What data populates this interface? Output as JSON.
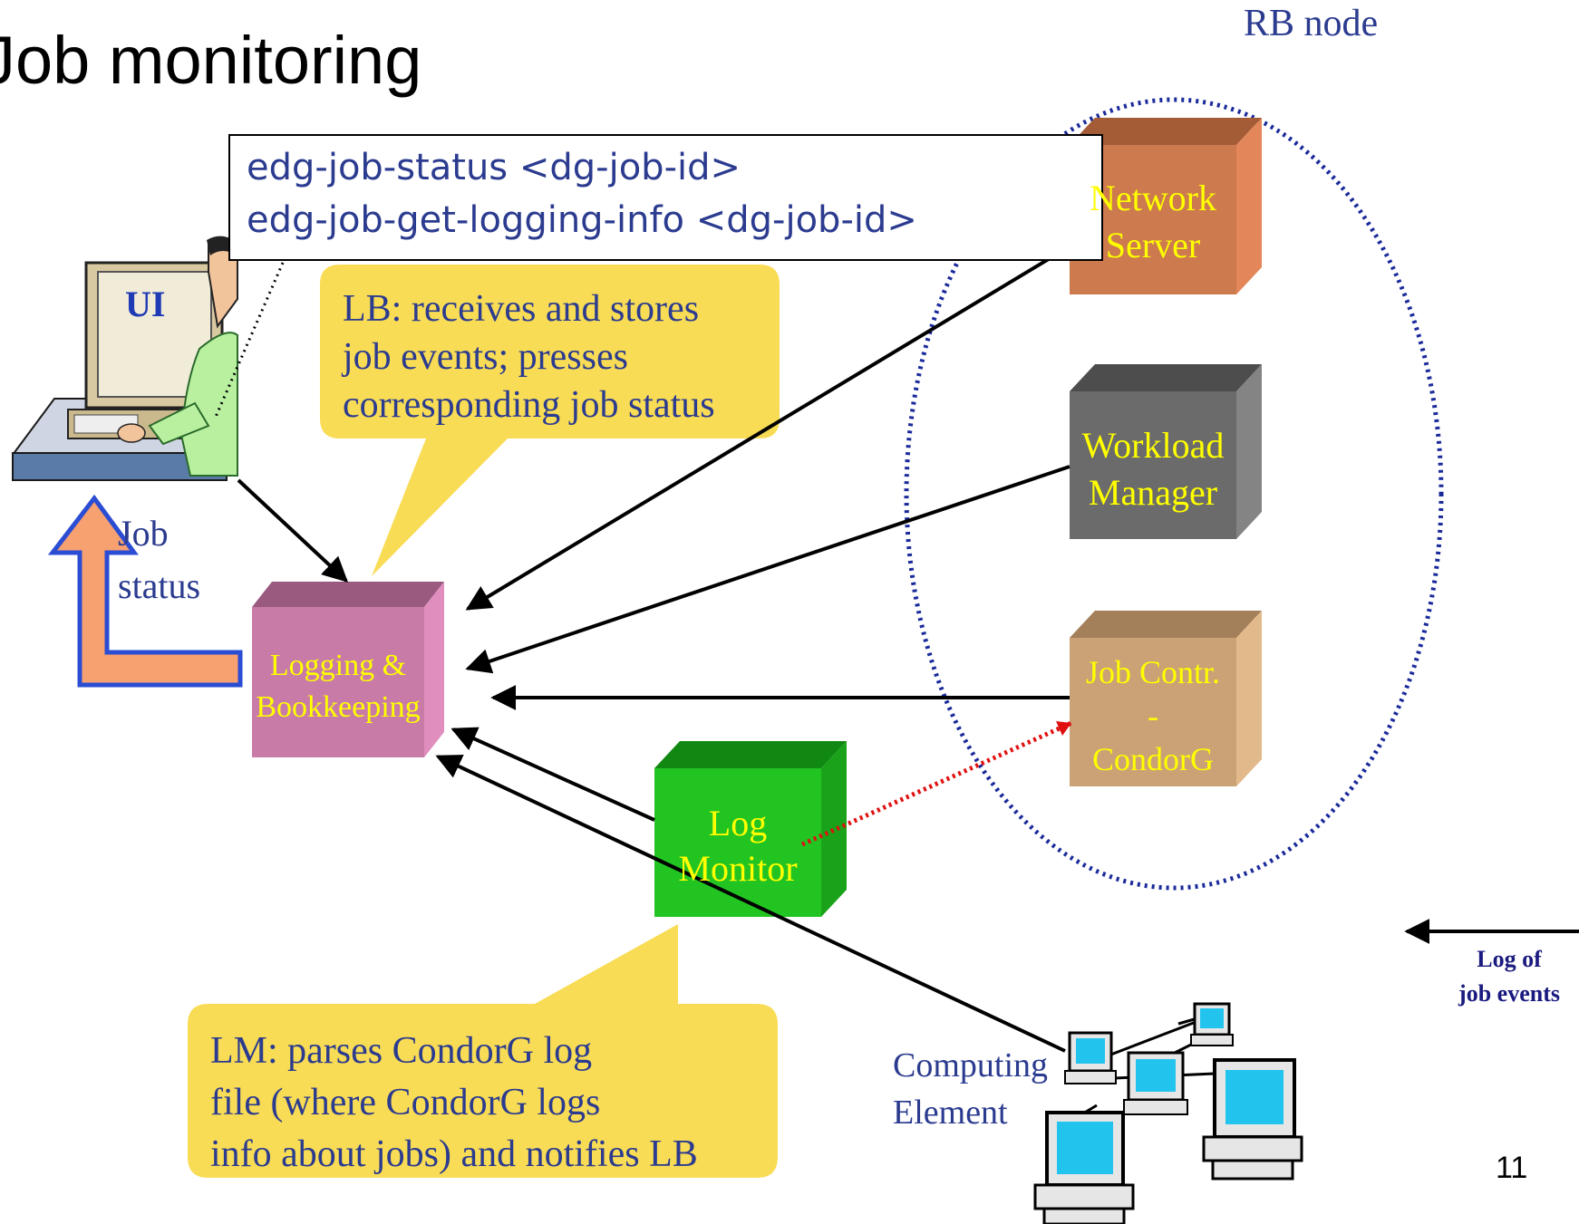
{
  "title": "Job monitoring",
  "commands": [
    "edg-job-status <dg-job-id>",
    "edg-job-get-logging-info <dg-job-id>"
  ],
  "rb_node_label": "RB node",
  "ui_label": "UI",
  "job_status_label": [
    "Job",
    "status"
  ],
  "boxes": {
    "network_server": [
      "Network",
      "Server"
    ],
    "workload_manager": [
      "Workload",
      "Manager"
    ],
    "job_controller": [
      "Job Contr.",
      "-",
      "CondorG"
    ],
    "logging_bookkeeping": [
      "Logging &",
      "Bookkeeping"
    ],
    "log_monitor": [
      "Log",
      "Monitor"
    ]
  },
  "callouts": {
    "lb": [
      "LB: receives and stores",
      "job events; presses",
      "corresponding job status"
    ],
    "lm": [
      "LM: parses CondorG log",
      "file (where CondorG logs",
      "info about jobs) and notifies LB"
    ]
  },
  "computing_element": [
    "Computing",
    "Element"
  ],
  "legend": [
    "Log of",
    "job events"
  ],
  "page_number": "11",
  "colors": {
    "text_blue": "#2b3b8f",
    "box_label": "#ffff00",
    "callout": "#f9dc55",
    "network_server": "#cc7a4e",
    "workload_manager": "#6b6b6b",
    "job_controller": "#caa275",
    "logging_bookkeeping": "#c97ba7",
    "log_monitor": "#22c422",
    "arrow_up_fill": "#f7a070",
    "arrow_up_stroke": "#2b4dd3",
    "rb_ellipse": "#1a2a9a",
    "dotted_red": "#e01010"
  }
}
